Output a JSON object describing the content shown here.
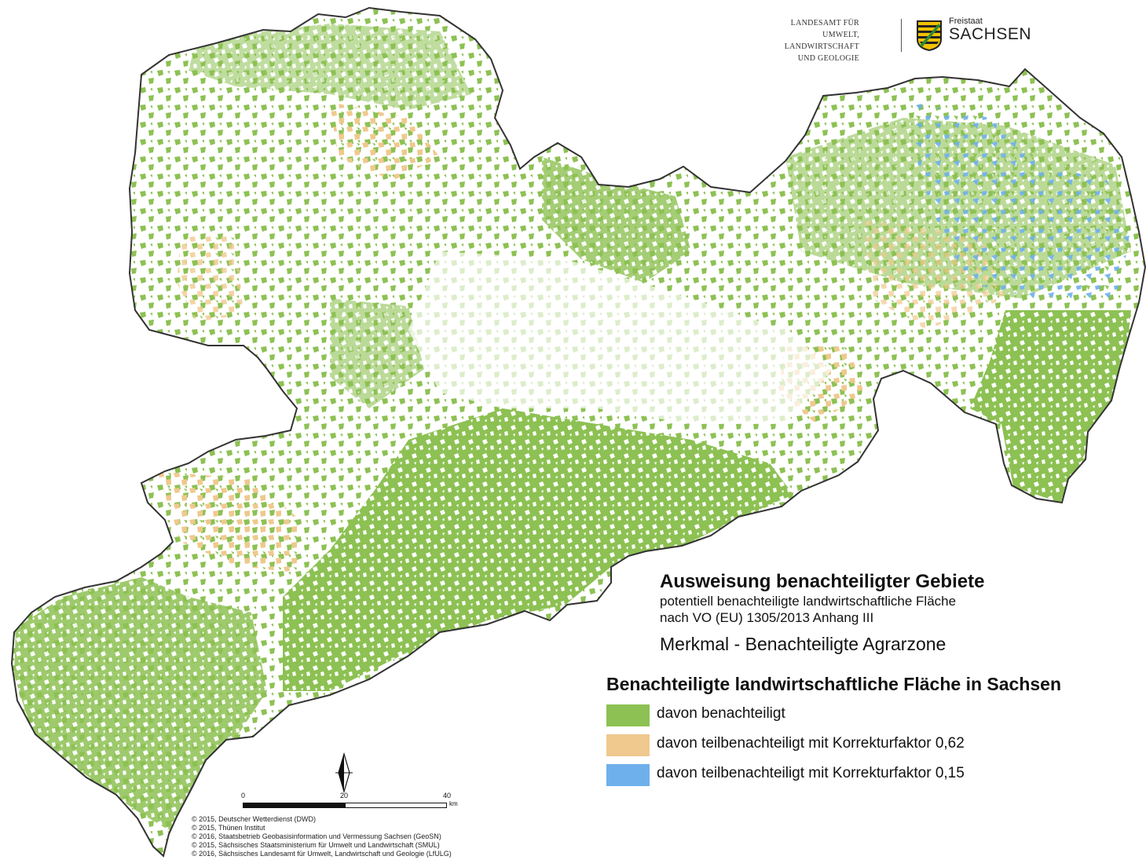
{
  "logo": {
    "agency_lines": [
      "LANDESAMT FÜR UMWELT,",
      "LANDWIRTSCHAFT",
      "UND GEOLOGIE"
    ],
    "state_small": "Freistaat",
    "state_big": "SACHSEN"
  },
  "title": {
    "main": "Ausweisung benachteiligter Gebiete",
    "sub1": "potentiell benachteiligte landwirtschaftliche Fläche",
    "sub2": "nach VO (EU) 1305/2013 Anhang III",
    "feature": "Merkmal - Benachteiligte Agrarzone"
  },
  "legend": {
    "title": "Benachteiligte landwirtschaftliche Fläche in Sachsen",
    "items": [
      {
        "label": "davon benachteiligt",
        "color": "#8dc153"
      },
      {
        "label": "davon teilbenachteiligt mit Korrekturfaktor 0,62",
        "color": "#efc98e"
      },
      {
        "label": "davon teilbenachteiligt mit Korrekturfaktor 0,15",
        "color": "#6eb0ec"
      }
    ]
  },
  "scalebar": {
    "ticks": [
      "0",
      "20",
      "40"
    ],
    "unit": "km"
  },
  "credits": [
    "© 2015, Deutscher Wetterdienst (DWD)",
    "© 2015, Thünen Institut",
    "© 2016, Staatsbetrieb Geobasisinformation und Vermessung Sachsen (GeoSN)",
    "© 2015, Sächsisches Staatsministerium für Umwelt und Landwirtschaft (SMUL)",
    "© 2016, Sächsisches Landesamt für Umwelt, Landwirtschaft und Geologie (LfULG)"
  ],
  "colors": {
    "border": "#333333",
    "background": "#ffffff"
  }
}
